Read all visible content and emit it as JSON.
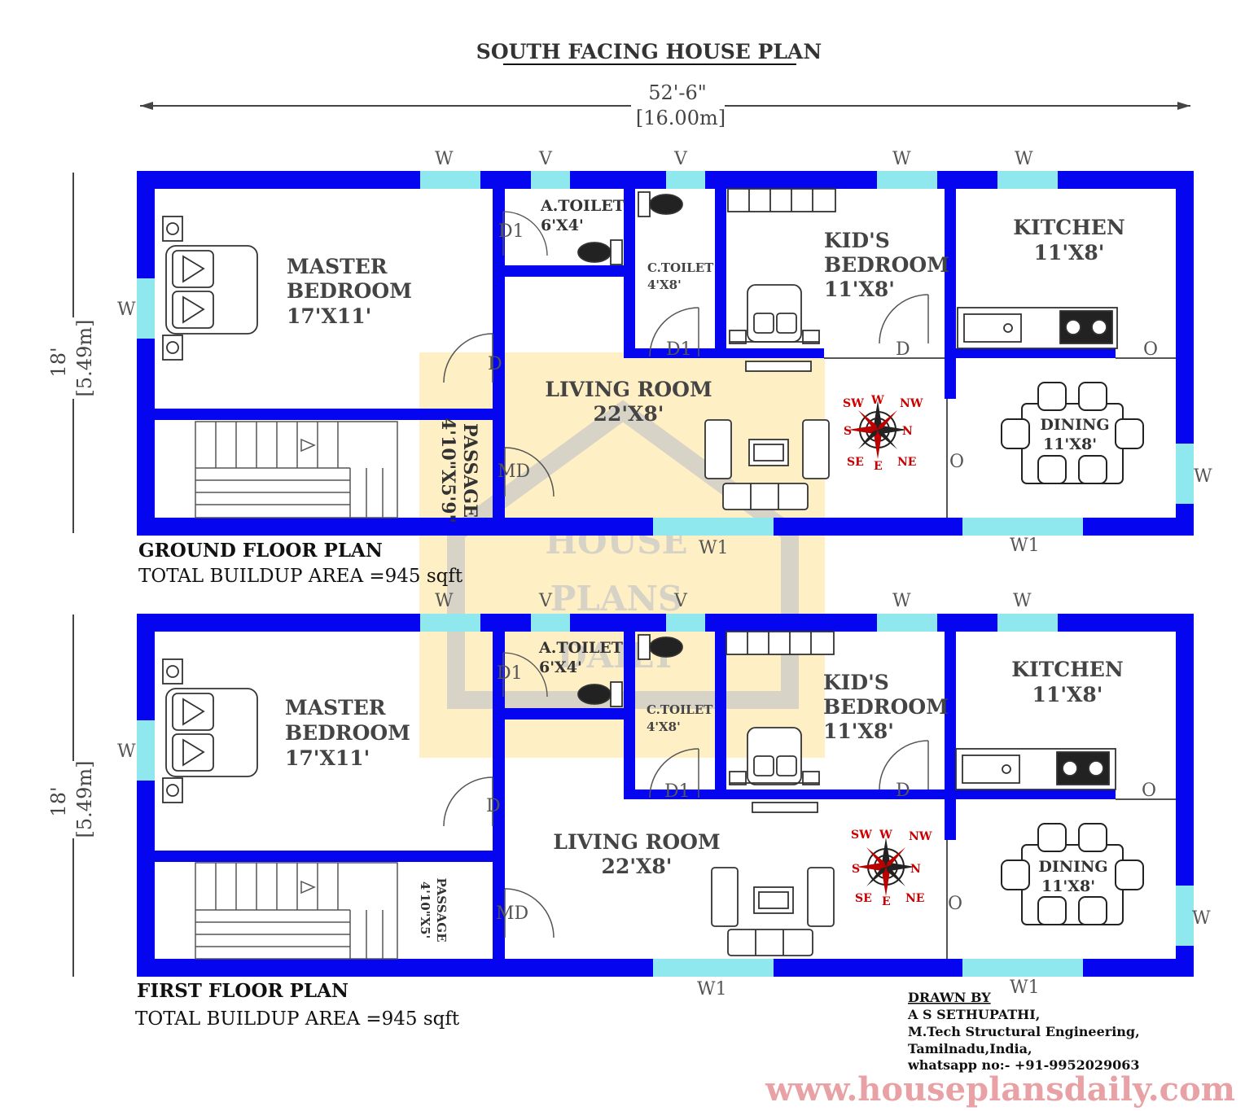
{
  "title": "SOUTH FACING HOUSE PLAN",
  "overall_width": {
    "feet": "52'-6\"",
    "metric": "[16.00m]"
  },
  "watermark": {
    "line1": "HOUSE",
    "line2": "PLANS",
    "line3": "DAILY"
  },
  "colors": {
    "wall": "#0505f0",
    "window": "#8fe8ee",
    "watermark_fill": "#fdeab2",
    "site": "#e8a1a5"
  },
  "floors": [
    {
      "name": "GROUND FLOOR PLAN",
      "area": "TOTAL BUILDUP AREA =945 sqft",
      "depth": {
        "feet": "18'",
        "metric": "[5.49m]"
      },
      "rooms": {
        "master": {
          "line1": "MASTER",
          "line2": "BEDROOM",
          "size": "17'X11'"
        },
        "atoilet": {
          "name": "A.TOILET",
          "size": "6'X4'"
        },
        "ctoilet": {
          "name": "C.TOILET",
          "size": "4'X8'"
        },
        "kids": {
          "line1": "KID'S",
          "line2": "BEDROOM",
          "size": "11'X8'"
        },
        "kitchen": {
          "name": "KITCHEN",
          "size": "11'X8'"
        },
        "living": {
          "name": "LIVING ROOM",
          "size": "22'X8'"
        },
        "dining": {
          "name": "DINING",
          "size": "11'X8'"
        },
        "passage": {
          "name": "PASSAGE",
          "size": "4'10\"X5'9\""
        }
      },
      "openings": [
        "W",
        "V",
        "V",
        "W",
        "W",
        "W",
        "D1",
        "D1",
        "D",
        "D",
        "O",
        "MD",
        "O",
        "W",
        "W1",
        "W1"
      ]
    },
    {
      "name": "FIRST FLOOR PLAN",
      "area": "TOTAL BUILDUP AREA =945 sqft",
      "depth": {
        "feet": "18'",
        "metric": "[5.49m]"
      },
      "rooms": {
        "master": {
          "line1": "MASTER",
          "line2": "BEDROOM",
          "size": "17'X11'"
        },
        "atoilet": {
          "name": "A.TOILET",
          "size": "6'X4'"
        },
        "ctoilet": {
          "name": "C.TOILET",
          "size": "4'X8'"
        },
        "kids": {
          "line1": "KID'S",
          "line2": "BEDROOM",
          "size": "11'X8'"
        },
        "kitchen": {
          "name": "KITCHEN",
          "size": "11'X8'"
        },
        "living": {
          "name": "LIVING ROOM",
          "size": "22'X8'"
        },
        "dining": {
          "name": "DINING",
          "size": "11'X8'"
        },
        "passage": {
          "name": "PASSAGE",
          "size": "4'10\"X5'"
        }
      },
      "openings": [
        "W",
        "V",
        "V",
        "W",
        "W",
        "W",
        "D1",
        "D1",
        "D",
        "D",
        "O",
        "MD",
        "O",
        "W",
        "W1",
        "W1"
      ]
    }
  ],
  "compass": {
    "sw": "SW",
    "w": "W",
    "nw": "NW",
    "s": "S",
    "n": "N",
    "se": "SE",
    "e": "E",
    "ne": "NE"
  },
  "credits": {
    "heading": "DRAWN BY",
    "name": "A S SETHUPATHI,",
    "degree": "M.Tech Structural Engineering,",
    "location": "Tamilnadu,India,",
    "contact": "whatsapp no:- +91-9952029063"
  },
  "website": "www.houseplansdaily.com"
}
